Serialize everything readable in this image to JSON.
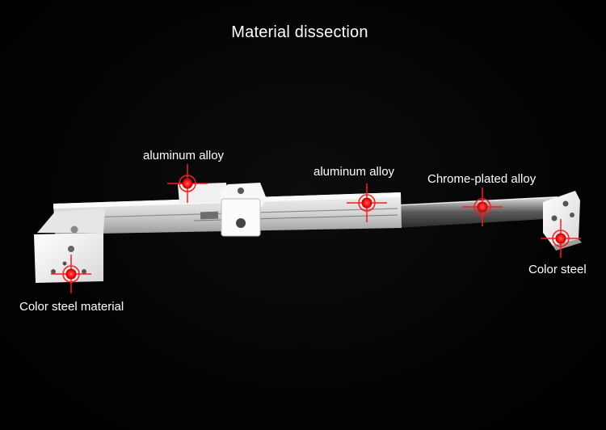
{
  "title": "Material dissection",
  "labels": {
    "aluminum_left": "aluminum alloy",
    "aluminum_right": "aluminum alloy",
    "chrome": "Chrome-plated alloy",
    "color_steel": "Color steel",
    "color_steel_material": "Color steel material"
  },
  "colors": {
    "background": "#000000",
    "text": "#ffffff",
    "marker": "#ff1a1a"
  }
}
